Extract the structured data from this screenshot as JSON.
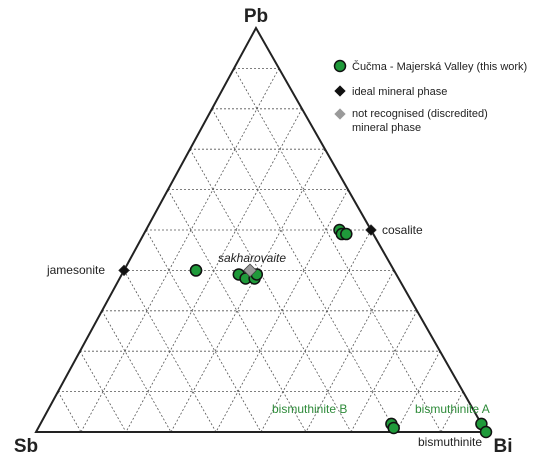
{
  "chart_data": {
    "type": "scatter",
    "subtype": "ternary",
    "vertices": {
      "top": "Pb",
      "left": "Sb",
      "right": "Bi"
    },
    "grid": true,
    "grid_divisions": 10,
    "legend_position": "top-right",
    "legend": [
      {
        "label": "Čučma - Majerská Valley (this work)",
        "marker": "circle",
        "color": "#1f9a3a"
      },
      {
        "label": "ideal mineral phase",
        "marker": "diamond",
        "color": "#111111"
      },
      {
        "label_lines": [
          "not recognised (discredited)",
          "mineral phase"
        ],
        "marker": "diamond",
        "color": "#9a9a9a"
      }
    ],
    "ideal_phases": [
      {
        "name": "jamesonite",
        "Pb": 0.4,
        "Sb": 0.6,
        "Bi": 0.0
      },
      {
        "name": "cosalite",
        "Pb": 0.5,
        "Sb": 0.0,
        "Bi": 0.5
      },
      {
        "name": "bismuthinite",
        "Pb": 0.0,
        "Sb": 0.0,
        "Bi": 1.0
      }
    ],
    "discredited_phases": [
      {
        "name": "sakharovaite",
        "Pb": 0.4,
        "Sb": 0.32,
        "Bi": 0.28
      }
    ],
    "region_labels": [
      "bismuthinite A",
      "bismuthinite B"
    ],
    "series": [
      {
        "name": "Čučma - Majerská Valley (this work)",
        "points": [
          {
            "Pb": 0.4,
            "Sb": 0.44,
            "Bi": 0.16
          },
          {
            "Pb": 0.4,
            "Sb": 0.44,
            "Bi": 0.16
          },
          {
            "Pb": 0.39,
            "Sb": 0.35,
            "Bi": 0.26
          },
          {
            "Pb": 0.38,
            "Sb": 0.34,
            "Bi": 0.28
          },
          {
            "Pb": 0.38,
            "Sb": 0.32,
            "Bi": 0.3
          },
          {
            "Pb": 0.39,
            "Sb": 0.31,
            "Bi": 0.3
          },
          {
            "Pb": 0.5,
            "Sb": 0.07,
            "Bi": 0.43
          },
          {
            "Pb": 0.49,
            "Sb": 0.07,
            "Bi": 0.44
          },
          {
            "Pb": 0.49,
            "Sb": 0.06,
            "Bi": 0.45
          },
          {
            "Pb": 0.02,
            "Sb": 0.2,
            "Bi": 0.78
          },
          {
            "Pb": 0.01,
            "Sb": 0.2,
            "Bi": 0.79
          },
          {
            "Pb": 0.02,
            "Sb": 0.0,
            "Bi": 0.98
          },
          {
            "Pb": 0.0,
            "Sb": 0.0,
            "Bi": 1.0
          }
        ]
      }
    ]
  }
}
